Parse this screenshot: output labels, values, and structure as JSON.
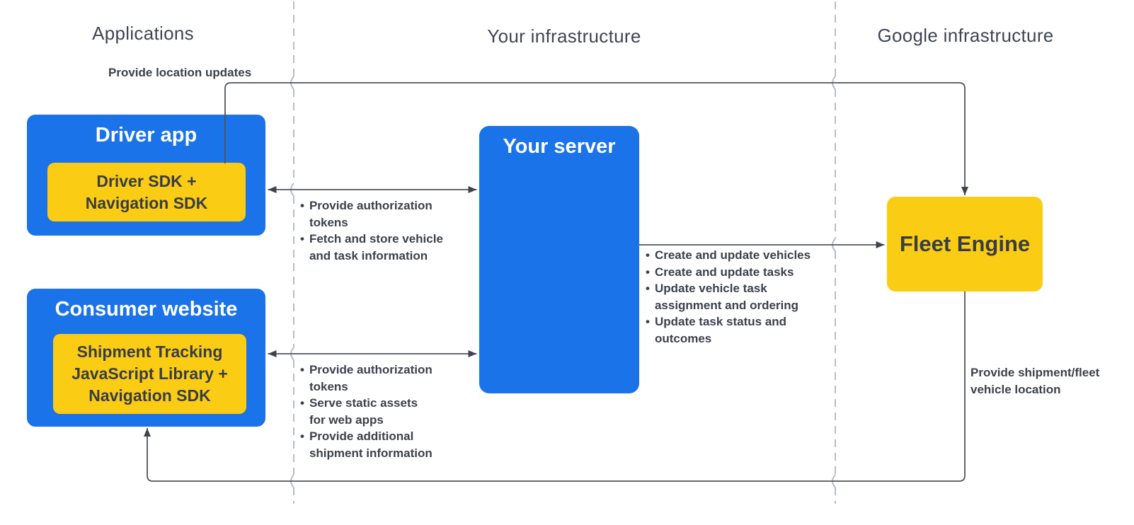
{
  "colors": {
    "node-blue": "#1a73e8",
    "node-yellow": "#fbcc14",
    "title-on-blue": "#ffffff",
    "dark-text": "#383d45",
    "header-text": "#3e4654",
    "label-text": "#3c414a",
    "line": "#50555c",
    "arrowhead": "#3f444c",
    "dashed-line": "#b8bec4"
  },
  "lanes": {
    "applications": "Applications",
    "your_infrastructure": "Your infrastructure",
    "google_infrastructure": "Google infrastructure"
  },
  "nodes": {
    "driver_app": {
      "title": "Driver app",
      "component": "Driver SDK +\nNavigation SDK"
    },
    "consumer_website": {
      "title": "Consumer website",
      "component": "Shipment Tracking\nJavaScript Library +\nNavigation SDK"
    },
    "your_server": {
      "title": "Your server"
    },
    "fleet_engine": {
      "title": "Fleet Engine"
    }
  },
  "edges": {
    "driver_to_fleet_label": "Provide location updates",
    "fleet_to_consumer_label": "Provide shipment/fleet\nvehicle location",
    "driver_server_bullets": [
      "Provide authorization\ntokens",
      "Fetch and store vehicle\nand task information"
    ],
    "server_fleet_bullets": [
      "Create and update vehicles",
      "Create and update tasks",
      "Update vehicle task\nassignment and ordering",
      "Update task status and\noutcomes"
    ],
    "consumer_server_bullets": [
      "Provide authorization\ntokens",
      "Serve static assets\nfor web apps",
      "Provide additional\nshipment information"
    ]
  }
}
